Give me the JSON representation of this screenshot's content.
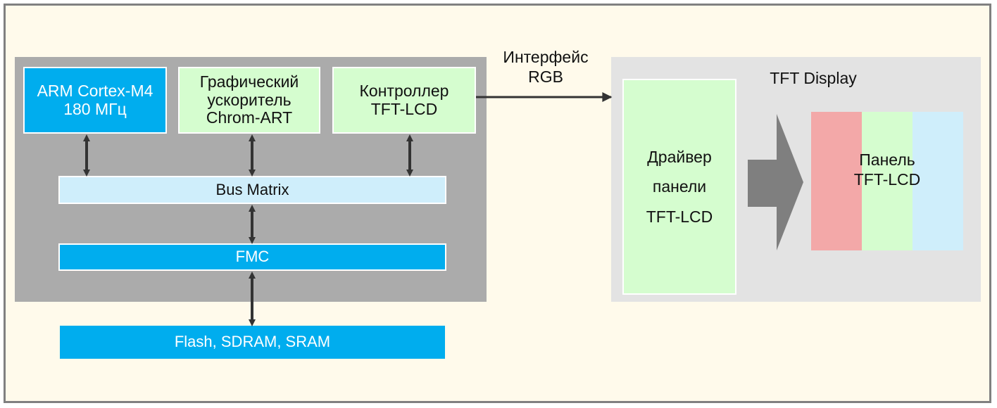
{
  "mcu": {
    "cpu": [
      "ARM Cortex-M4",
      "180 МГц"
    ],
    "gpu": [
      "Графический",
      "ускоритель",
      "Chrom-ART"
    ],
    "lcd_controller": [
      "Контроллер",
      "TFT-LCD"
    ],
    "bus_matrix": "Bus Matrix",
    "fmc": "FMC"
  },
  "memory": "Flash, SDRAM, SRAM",
  "interface": [
    "Интерфейс",
    "RGB"
  ],
  "display": {
    "title": "TFT Display",
    "driver": [
      "Драйвер",
      "панели",
      "TFT-LCD"
    ],
    "panel": [
      "Панель",
      "TFT-LCD"
    ]
  },
  "colors": {
    "blue_block": "#00adee",
    "green_block": "#d5fdcf",
    "light_blue_block": "#cfeefb",
    "mcu_background": "#ababab",
    "display_background": "#e3e3e3",
    "panel_red": "#f3a8a8",
    "arrow": "#333333",
    "big_arrow": "#7f7f7f"
  }
}
